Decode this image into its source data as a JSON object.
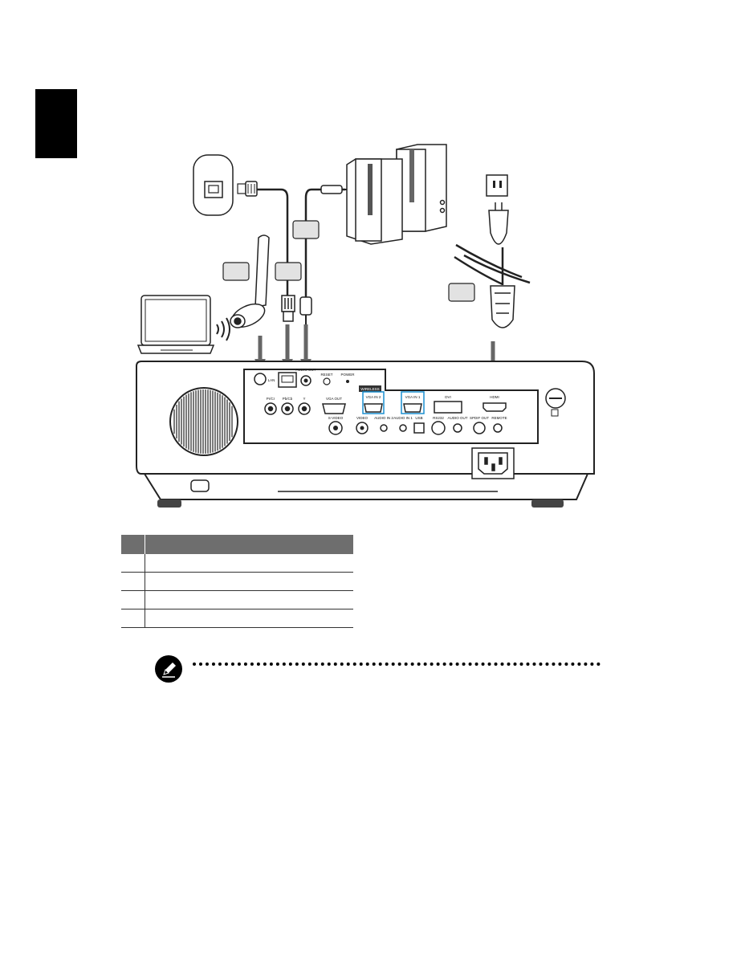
{
  "diagram": {
    "callouts": [
      "",
      "",
      "",
      ""
    ],
    "panel_labels": {
      "lan": "LAN",
      "audio_out": "AUDIO OUT",
      "reset": "RESET",
      "power": "POWER",
      "wireless": "WIRELESS",
      "pr_cr": "Pr/Cr",
      "pb_cb": "Pb/Cb",
      "y": "Y",
      "vga_out": "VGA OUT",
      "vga_in_2": "VGA IN 2",
      "vga_in_1": "VGA IN 1",
      "dvi": "DVI",
      "hdmi": "HDMI",
      "s_video": "S-VIDEO",
      "video": "VIDEO",
      "audio_in_2": "AUDIO IN 2",
      "audio_in_1": "AUDIO IN 1",
      "usb": "USB",
      "rs232": "RS232",
      "audio_out_2": "AUDIO OUT",
      "spdif_out": "SPDIF OUT",
      "remote": "REMOTE"
    },
    "highlight_color": "#1a8fd0"
  },
  "table": {
    "header": [
      "",
      ""
    ],
    "rows": [
      [
        "",
        ""
      ],
      [
        "",
        ""
      ],
      [
        "",
        ""
      ],
      [
        "",
        ""
      ]
    ]
  },
  "note": {
    "icon": "pencil-note-icon",
    "text": ""
  }
}
